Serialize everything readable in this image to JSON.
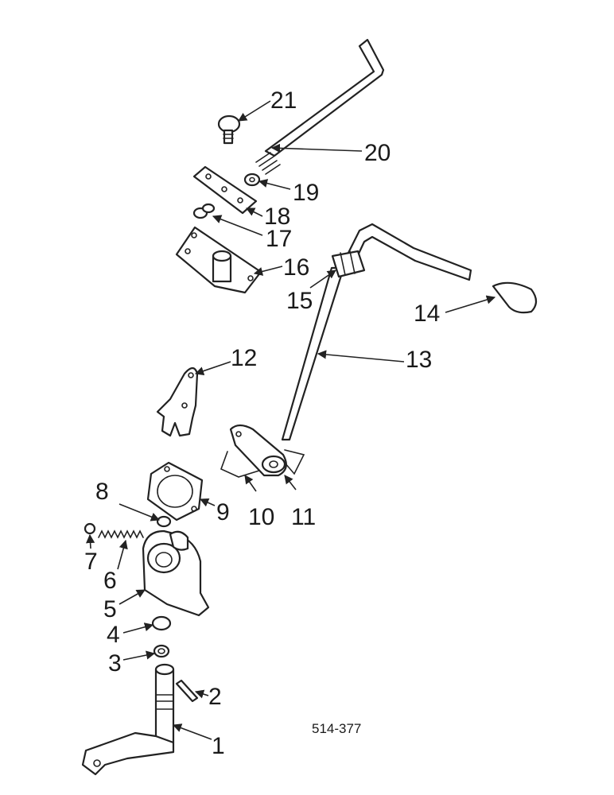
{
  "drawing_ref": "514-377",
  "callouts": [
    "1",
    "2",
    "3",
    "4",
    "5",
    "6",
    "7",
    "8",
    "9",
    "10",
    "11",
    "12",
    "13",
    "14",
    "15",
    "16",
    "17",
    "18",
    "19",
    "20",
    "21"
  ],
  "colors": {
    "ink": "#222222",
    "paper": "#ffffff"
  }
}
